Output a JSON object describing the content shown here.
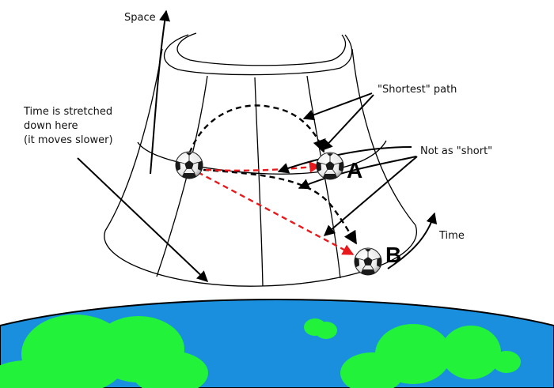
{
  "labels": {
    "space_axis": "Space",
    "time_axis": "Time",
    "stretched_line1": "Time is stretched",
    "stretched_line2": "down here",
    "stretched_line3": "(it moves slower)",
    "shortest": "\"Shortest\" path",
    "not_short": "Not as \"short\"",
    "point_a": "A",
    "point_b": "B"
  },
  "colors": {
    "outline": "#000000",
    "geodesic": "#000000",
    "straight_path": "#e8191c",
    "ocean": "#1a8fdd",
    "land": "#22f23a",
    "ball_white": "#ffffff",
    "ball_black": "#1a1a1a"
  },
  "icons": [
    "soccer-ball-icon"
  ]
}
